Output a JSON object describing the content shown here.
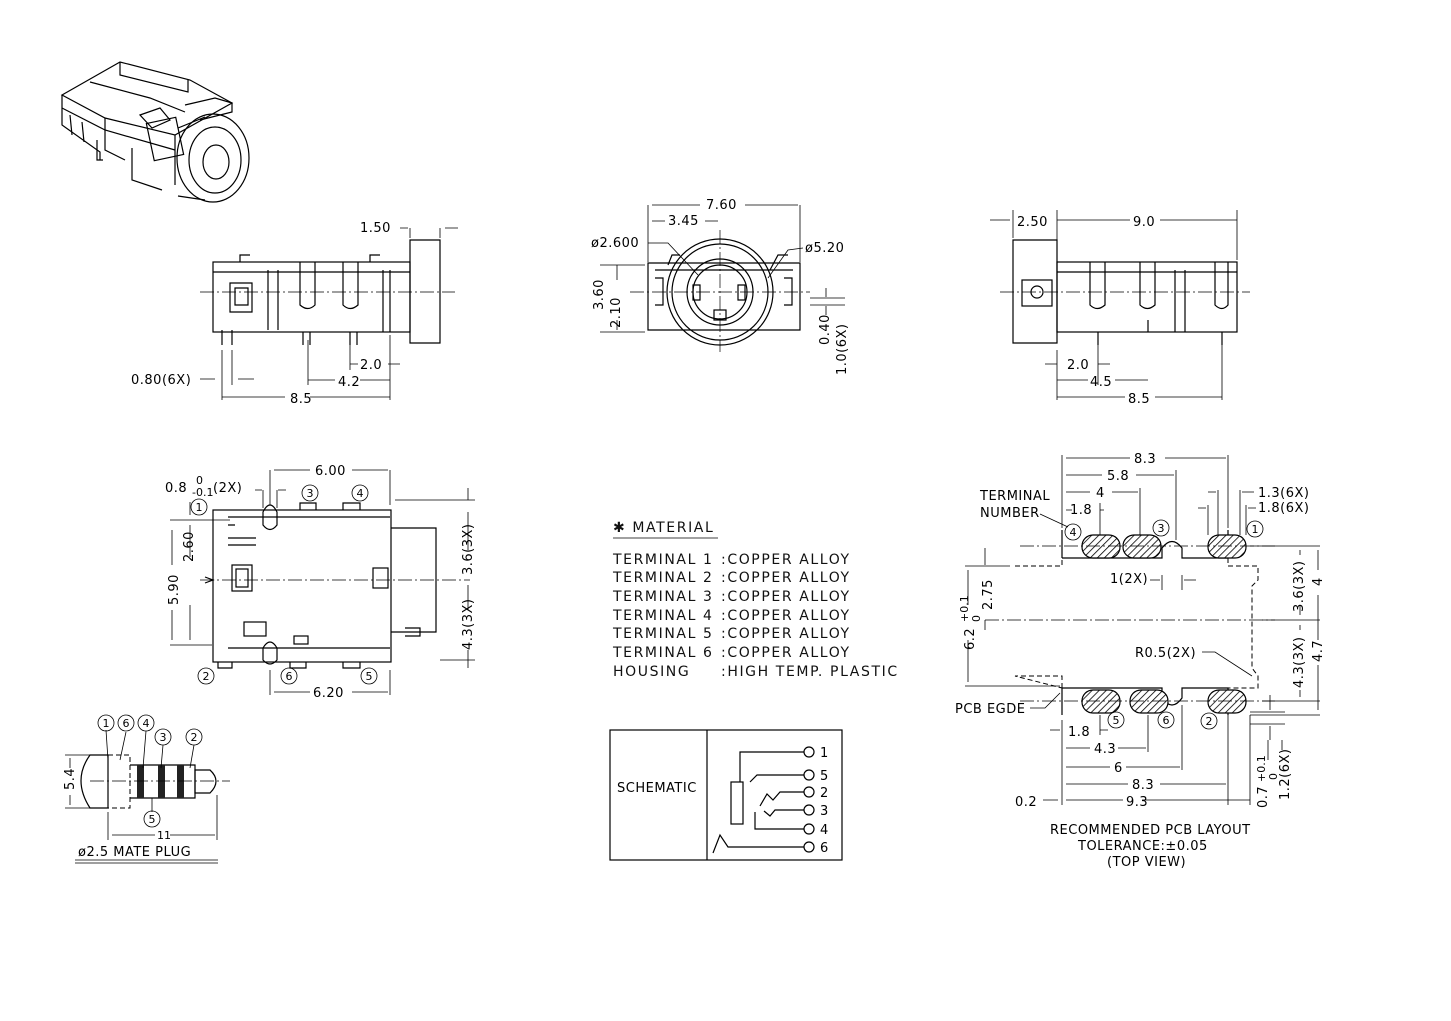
{
  "side_view": {
    "d_1_50": "1.50",
    "d_0_80": "0.80(6X)",
    "d_2_0": "2.0",
    "d_4_2": "4.2",
    "d_8_5": "8.5"
  },
  "front_view": {
    "d_7_60": "7.60",
    "d_3_45": "3.45",
    "d_dia_2_600": "ø2.600",
    "d_dia_5_20": "ø5.20",
    "d_3_60": "3.60",
    "d_2_10": "2.10",
    "d_0_40": "0.40",
    "d_1_0": "1.0(6X)"
  },
  "rear_view": {
    "d_2_50": "2.50",
    "d_9_0": "9.0",
    "d_2_0": "2.0",
    "d_4_5": "4.5",
    "d_8_5": "8.5"
  },
  "top_view": {
    "d_6_00": "6.00",
    "d_0_8": "0.8",
    "tol_upper": "0",
    "tol_lower": "-0.1",
    "tol_count": "(2X)",
    "d_2_60": "2.60",
    "d_5_90": "5.90",
    "d_3_6": "3.6(3X)",
    "d_4_3": "4.3(3X)",
    "d_6_20": "6.20",
    "terminals": [
      "1",
      "2",
      "3",
      "4",
      "5",
      "6"
    ]
  },
  "plug": {
    "terminals": [
      "1",
      "6",
      "4",
      "3",
      "2",
      "5"
    ],
    "d_5_4": "5.4",
    "d_11": "11",
    "title": "ø2.5 MATE PLUG"
  },
  "material": {
    "heading": "✱ MATERIAL",
    "rows": [
      {
        "part": "TERMINAL 1",
        "spec": ":COPPER ALLOY"
      },
      {
        "part": "TERMINAL 2",
        "spec": ":COPPER ALLOY"
      },
      {
        "part": "TERMINAL 3",
        "spec": ":COPPER ALLOY"
      },
      {
        "part": "TERMINAL 4",
        "spec": ":COPPER ALLOY"
      },
      {
        "part": "TERMINAL 5",
        "spec": ":COPPER ALLOY"
      },
      {
        "part": "TERMINAL 6",
        "spec": ":COPPER ALLOY"
      },
      {
        "part": "HOUSING",
        "spec": ":HIGH TEMP. PLASTIC"
      }
    ]
  },
  "schematic": {
    "label": "SCHEMATIC",
    "pins": [
      "1",
      "5",
      "2",
      "3",
      "4",
      "6"
    ]
  },
  "pcb_layout": {
    "d_8_3_top": "8.3",
    "d_5_8": "5.8",
    "d_4": "4",
    "d_1_8_top": "1.8",
    "d_1_3": "1.3(6X)",
    "d_1_8_6x": "1.8(6X)",
    "terminal_number_1": "TERMINAL",
    "terminal_number_2": "NUMBER",
    "d_1_2x": "1(2X)",
    "d_2_75": "2.75",
    "d_6_2": "6.2",
    "tol_upper": "+0.1",
    "tol_lower": "0",
    "d_3_6": "3.6(3X)",
    "d_4_right": "4",
    "d_4_3_3x": "4.3(3X)",
    "d_4_7": "4.7",
    "d_r0_5": "R0.5(2X)",
    "pcb_edge": "PCB EGDE",
    "d_1_8_bot": "1.8",
    "d_4_3": "4.3",
    "d_6": "6",
    "d_8_3_bot": "8.3",
    "d_0_2": "0.2",
    "d_9_3": "9.3",
    "d_0_7": "0.7",
    "d_1_2": "1.2(6X)",
    "terminals": [
      "1",
      "2",
      "3",
      "4",
      "5",
      "6"
    ],
    "caption_1": "RECOMMENDED PCB LAYOUT",
    "caption_2": "TOLERANCE:±0.05",
    "caption_3": "(TOP VIEW)"
  }
}
